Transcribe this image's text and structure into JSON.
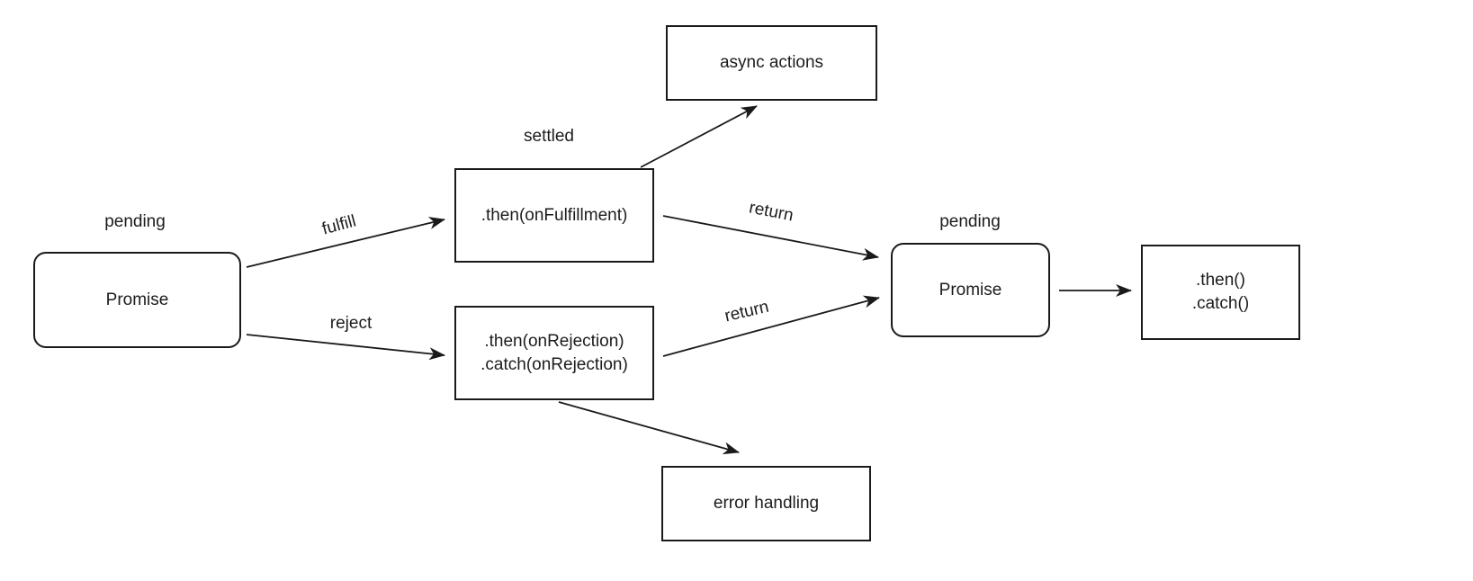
{
  "diagram": {
    "type": "flowchart",
    "colors": {
      "stroke": "#1a1a1a",
      "text": "#1c1c1c",
      "background": "#ffffff"
    },
    "nodes": {
      "promise1": {
        "label": "Promise",
        "shape": "rounded-rectangle"
      },
      "fulfillment_handler": {
        "label": ".then(onFulfillment)",
        "shape": "rectangle"
      },
      "rejection_handler": {
        "line1": ".then(onRejection)",
        "line2": ".catch(onRejection)",
        "shape": "rectangle"
      },
      "async_actions": {
        "label": "async actions",
        "shape": "rectangle"
      },
      "error_handling": {
        "label": "error handling",
        "shape": "rectangle"
      },
      "promise2": {
        "label": "Promise",
        "shape": "rounded-rectangle"
      },
      "final_then_catch": {
        "line1": ".then()",
        "line2": ".catch()",
        "shape": "rectangle"
      }
    },
    "state_labels": {
      "pending_left": "pending",
      "settled": "settled",
      "pending_right": "pending"
    },
    "edge_labels": {
      "fulfill": "fulfill",
      "reject": "reject",
      "return_top": "return",
      "return_bottom": "return"
    },
    "edges": [
      {
        "from": "promise1",
        "to": "fulfillment_handler",
        "label": "fulfill"
      },
      {
        "from": "promise1",
        "to": "rejection_handler",
        "label": "reject"
      },
      {
        "from": "fulfillment_handler",
        "to": "async_actions",
        "label": ""
      },
      {
        "from": "fulfillment_handler",
        "to": "promise2",
        "label": "return"
      },
      {
        "from": "rejection_handler",
        "to": "promise2",
        "label": "return"
      },
      {
        "from": "rejection_handler",
        "to": "error_handling",
        "label": ""
      },
      {
        "from": "promise2",
        "to": "final_then_catch",
        "label": ""
      }
    ]
  }
}
